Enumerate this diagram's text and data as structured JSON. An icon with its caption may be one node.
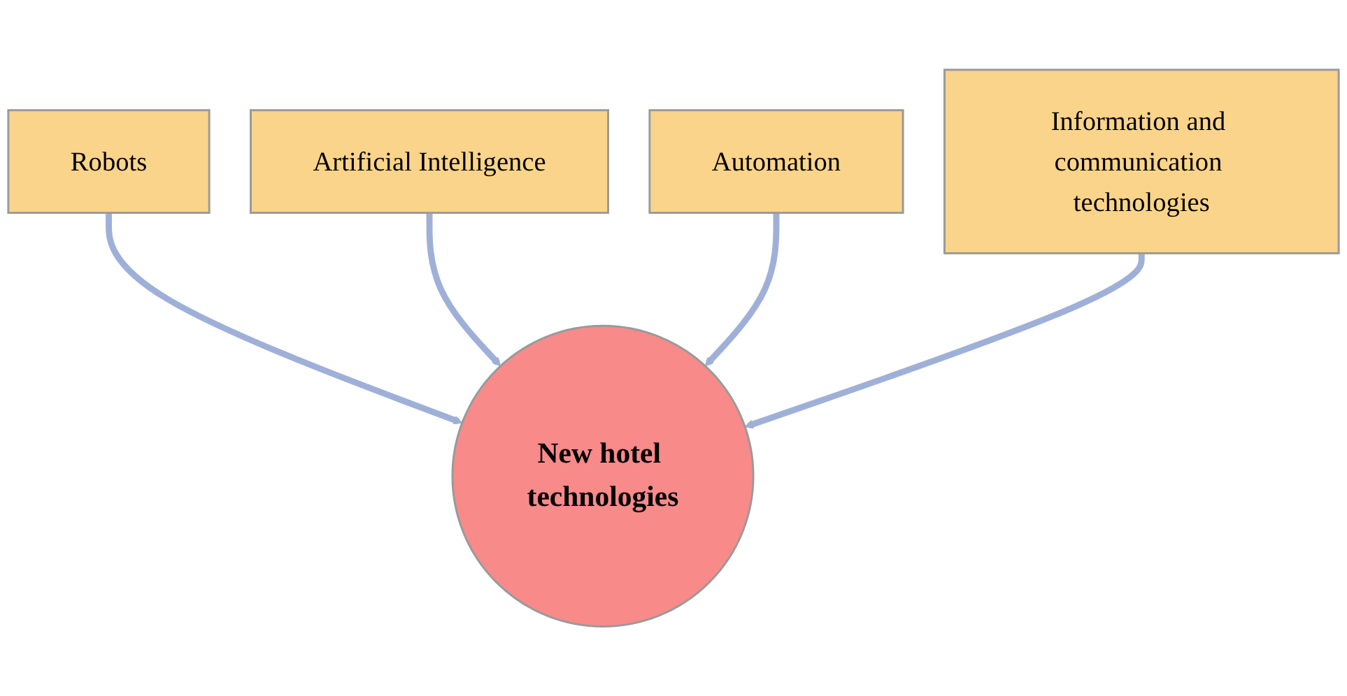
{
  "diagram": {
    "nodes": [
      {
        "text": [
          "Robots"
        ]
      },
      {
        "text": [
          "Artificial Intelligence"
        ]
      },
      {
        "text": [
          "Automation"
        ]
      },
      {
        "text": [
          "Information and communication technologies"
        ]
      },
      {
        "text": [
          "New hotel technologies"
        ]
      }
    ],
    "edges": [
      {
        "from": 0,
        "to": 4,
        "arrow": "to"
      },
      {
        "from": 1,
        "to": 4,
        "arrow": "to"
      },
      {
        "from": 2,
        "to": 4,
        "arrow": "to"
      },
      {
        "from": 3,
        "to": 4,
        "arrow": "to"
      }
    ]
  }
}
